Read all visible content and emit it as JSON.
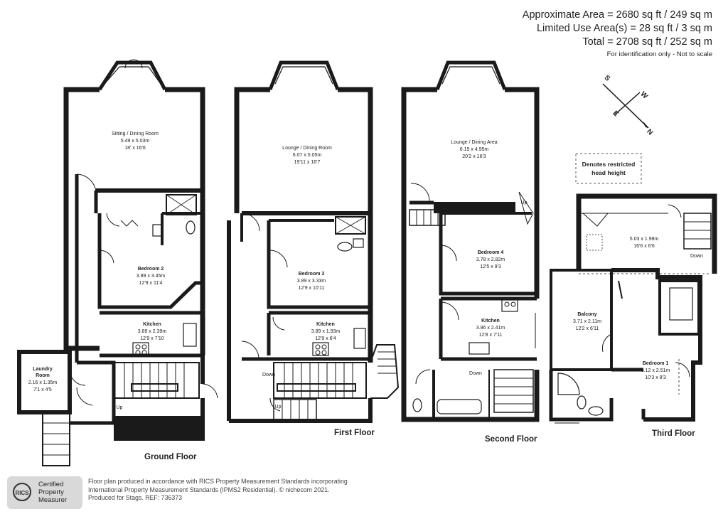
{
  "area": {
    "approx": "Approximate Area = 2680 sq ft / 249 sq m",
    "limited": "Limited Use Area(s) = 28 sq ft / 3 sq m",
    "total": "Total = 2708 sq ft / 252 sq m",
    "note": "For identification only - Not to scale"
  },
  "compass": {
    "s": "S",
    "w": "W",
    "e": "E",
    "n": "N"
  },
  "legend": {
    "line1": "Denotes restricted",
    "line2": "head height"
  },
  "floors": {
    "ground": {
      "title": "Ground Floor",
      "sitting": {
        "name": "Sitting / Dining Room",
        "metric": "5.49 x 5.03m",
        "imperial": "18' x 16'6"
      },
      "bedroom2": {
        "name": "Bedroom 2",
        "metric": "3.89 x 3.45m",
        "imperial": "12'9 x 11'4"
      },
      "kitchen": {
        "name": "Kitchen",
        "metric": "3.89 x 2.39m",
        "imperial": "12'9 x 7'10"
      },
      "laundry": {
        "name1": "Laundry",
        "name2": "Room",
        "metric": "2.16 x 1.35m",
        "imperial": "7'1 x 4'5"
      },
      "up": "Up"
    },
    "first": {
      "title": "First Floor",
      "lounge": {
        "name": "Lounge / Dining Room",
        "metric": "6.07 x 5.05m",
        "imperial": "19'11 x 16'7"
      },
      "bedroom3": {
        "name": "Bedroom 3",
        "metric": "3.89 x 3.33m",
        "imperial": "12'9 x 10'11"
      },
      "kitchen": {
        "name": "Kitchen",
        "metric": "3.89 x 1.93m",
        "imperial": "12'9 x 6'4"
      },
      "down": "Down",
      "up": "Up"
    },
    "second": {
      "title": "Second Floor",
      "lounge": {
        "name": "Lounge / Dining Area",
        "metric": "6.15 x 4.95m",
        "imperial": "20'2 x 16'3"
      },
      "bedroom4": {
        "name": "Bedroom 4",
        "metric": "3.78 x 2.82m",
        "imperial": "12'5 x 9'3"
      },
      "kitchen": {
        "name": "Kitchen",
        "metric": "3.86 x 2.41m",
        "imperial": "12'8 x 7'11"
      },
      "up": "Up",
      "down": "Down"
    },
    "third": {
      "title": "Third Floor",
      "room": {
        "metric": "5.03 x 1.98m",
        "imperial": "16'6 x 6'6"
      },
      "balcony": {
        "name": "Balcony",
        "metric": "3.71 x 2.11m",
        "imperial": "12'2 x 6'11"
      },
      "bedroom1": {
        "name": "Bedroom 1",
        "metric": "3.12 x 2.51m",
        "imperial": "10'3 x 8'3"
      },
      "down": "Down"
    }
  },
  "footer": {
    "badge1": "Certified",
    "badge2": "Property",
    "badge3": "Measurer",
    "rics": "RICS",
    "line1": "Floor plan produced in accordance with RICS Property Measurement Standards incorporating",
    "line2": "International Property Measurement Standards (IPMS2 Residential).  © nichecom 2021.",
    "line3": "Produced for Stags.   REF: 736373"
  },
  "colors": {
    "wall": "#1a1a1a",
    "text": "#222222",
    "badge": "#d9d9d9"
  }
}
